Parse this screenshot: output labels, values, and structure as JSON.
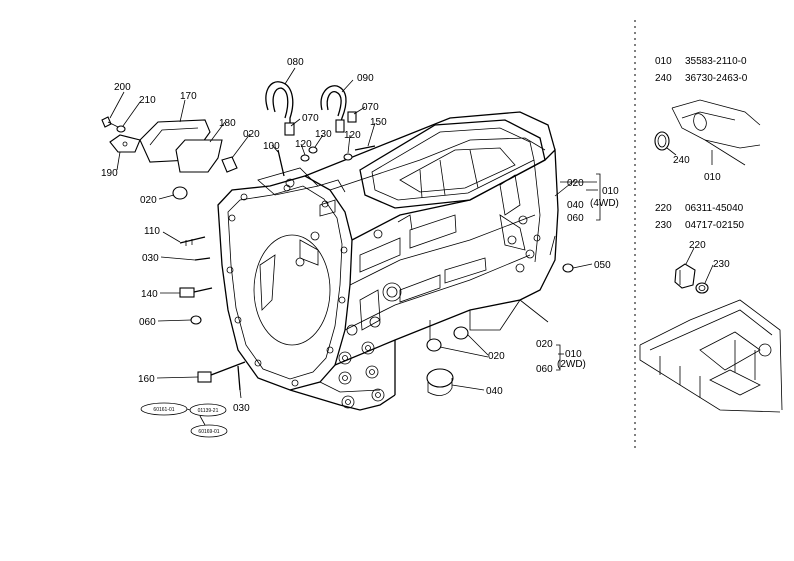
{
  "labels": {
    "l200": "200",
    "l210": "210",
    "l170": "170",
    "l180": "180",
    "l190": "190",
    "l080": "080",
    "l090": "090",
    "l070a": "070",
    "l070b": "070",
    "l020_top": "020",
    "l100": "100",
    "l120a": "120",
    "l130": "130",
    "l120b": "120",
    "l150": "150",
    "l020_left": "020",
    "l110": "110",
    "l030_left": "030",
    "l140": "140",
    "l060_left": "060",
    "l160": "160",
    "l030_bottom": "030",
    "l020_right_a": "020",
    "l040_right_a": "040",
    "l060_right_a": "060",
    "l010_right_a": "010",
    "l4wd": "(4WD)",
    "l050": "050",
    "l020_mid": "020",
    "l020_right_b": "020",
    "l010_right_b": "010",
    "l060_right_b": "060",
    "l2wd": "(2WD)",
    "l040_bottom": "040",
    "l240": "240",
    "l010_inset": "010",
    "l220": "220",
    "l230": "230"
  },
  "part_numbers": [
    {
      "ref": "010",
      "number": "35583-2110-0"
    },
    {
      "ref": "240",
      "number": "36730-2463-0"
    },
    {
      "ref": "220",
      "number": "06311-45040"
    },
    {
      "ref": "230",
      "number": "04717-02150"
    }
  ],
  "stamps": {
    "s1": "60161-01",
    "s2": "01139-21",
    "s3": "60169-01"
  }
}
